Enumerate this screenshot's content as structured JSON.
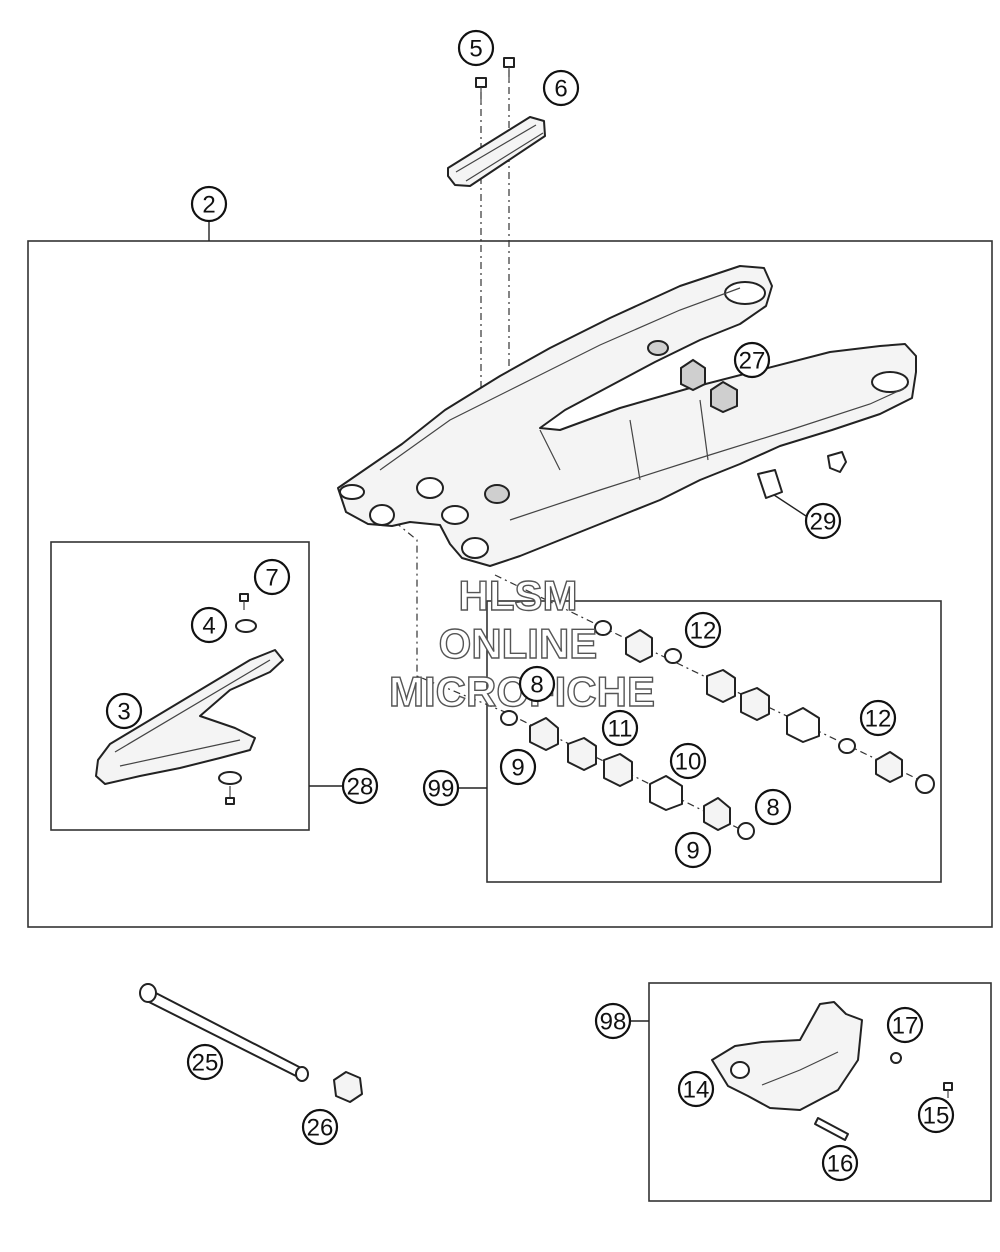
{
  "callouts": {
    "c2": "2",
    "c3": "3",
    "c4": "4",
    "c5": "5",
    "c6": "6",
    "c7": "7",
    "c8a": "8",
    "c8b": "8",
    "c9a": "9",
    "c9b": "9",
    "c10": "10",
    "c11": "11",
    "c12a": "12",
    "c12b": "12",
    "c14": "14",
    "c15": "15",
    "c16": "16",
    "c17": "17",
    "c25": "25",
    "c26": "26",
    "c27": "27",
    "c28": "28",
    "c29": "29",
    "c98": "98",
    "c99": "99"
  },
  "watermark": {
    "line1": "HLSM",
    "line2": "ONLINE",
    "line3": "MICROFICHE"
  }
}
